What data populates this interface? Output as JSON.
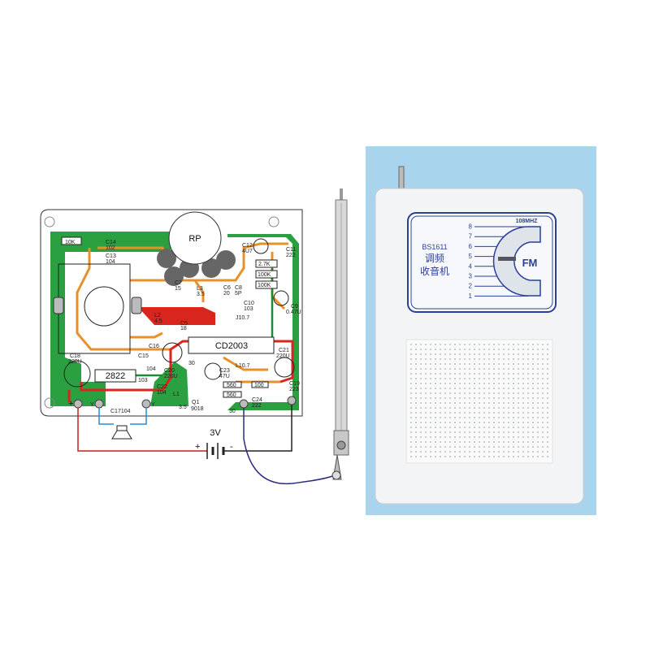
{
  "pcb": {
    "rp": "RP",
    "ic_main": "CD2003",
    "ic_amp": "2822",
    "labels": {
      "r10k": "10K",
      "c14": "C14",
      "c14v": "102",
      "c13": "C13",
      "c13v": "104",
      "c12": "C12",
      "c12v": "4U7",
      "c11": "C11",
      "c11v": "222",
      "r27k": "2.7K",
      "r100k1": "100K",
      "r100k2": "100K",
      "c7": "C7",
      "c7v": "15",
      "l3": "L3",
      "l3v": "3.5",
      "c6": "C6",
      "c6v": "20",
      "c8": "C8",
      "c8v": "5P",
      "c10": "C10",
      "c10v": "103",
      "c9": "C9",
      "c9v": "0.47U",
      "j": "J10.7",
      "l2": "L2",
      "l2v": "4.5",
      "c5": "C5",
      "c5v": "18",
      "c16": "C16",
      "c18": "C18",
      "c18v": "220U",
      "c15": "C15",
      "c15v": "104",
      "r103": "103",
      "c20": "C20",
      "c20v": "220U",
      "c22": "C22",
      "c22v": "104",
      "l1": "L1",
      "l1v": "3.5",
      "q1": "Q1",
      "q1v": "9018",
      "c30": "30",
      "c23": "C23",
      "c23v": "47U",
      "l107": "L10.7",
      "c21": "C21",
      "c21v": "220U",
      "r560a": "560",
      "r100": "100",
      "r560b": "560",
      "c24": "C24",
      "c24v": "222",
      "c17": "C17104",
      "c19": "C19",
      "c19v": "223",
      "c30b": "30",
      "plus": "+",
      "y1": "Y",
      "y2": "Y"
    }
  },
  "battery": {
    "voltage": "3V",
    "plus": "+",
    "minus": "-"
  },
  "radio": {
    "model": "BS1611",
    "name_line1": "调频",
    "name_line2": "收音机",
    "band": "FM",
    "freq_max": "108MHZ",
    "scale": [
      "8",
      "7",
      "6",
      "5",
      "4",
      "3",
      "2",
      "1"
    ]
  },
  "colors": {
    "trace": "#e8902a",
    "copper": "#2aa040",
    "power": "#d8261e",
    "dial_blue": "#2a3f9a",
    "backdrop": "#a9d4ee"
  }
}
